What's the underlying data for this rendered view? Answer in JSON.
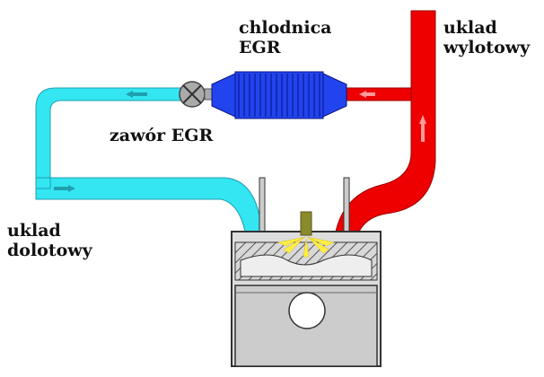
{
  "labels": {
    "cooler": [
      "chlodnica",
      "EGR"
    ],
    "exhaust": [
      "uklad",
      "wylotowy"
    ],
    "valve": "zawór EGR",
    "intake": [
      "uklad",
      "dolotowy"
    ]
  },
  "colors": {
    "intake_pipe": "#33e6f2",
    "exhaust_pipe": "#ee0000",
    "cooler": "#2244ee",
    "cooler_ribs": "#1122aa",
    "piston_body": "#cccccc",
    "hatch": "#888888",
    "spark_plug": "#8a8a2a",
    "spark": "#ffee44",
    "valve_gray": "#aaaaaa"
  },
  "icons": {
    "valve": "egr-valve-cross-icon",
    "flow_arrow": "flow-arrow-icon"
  }
}
